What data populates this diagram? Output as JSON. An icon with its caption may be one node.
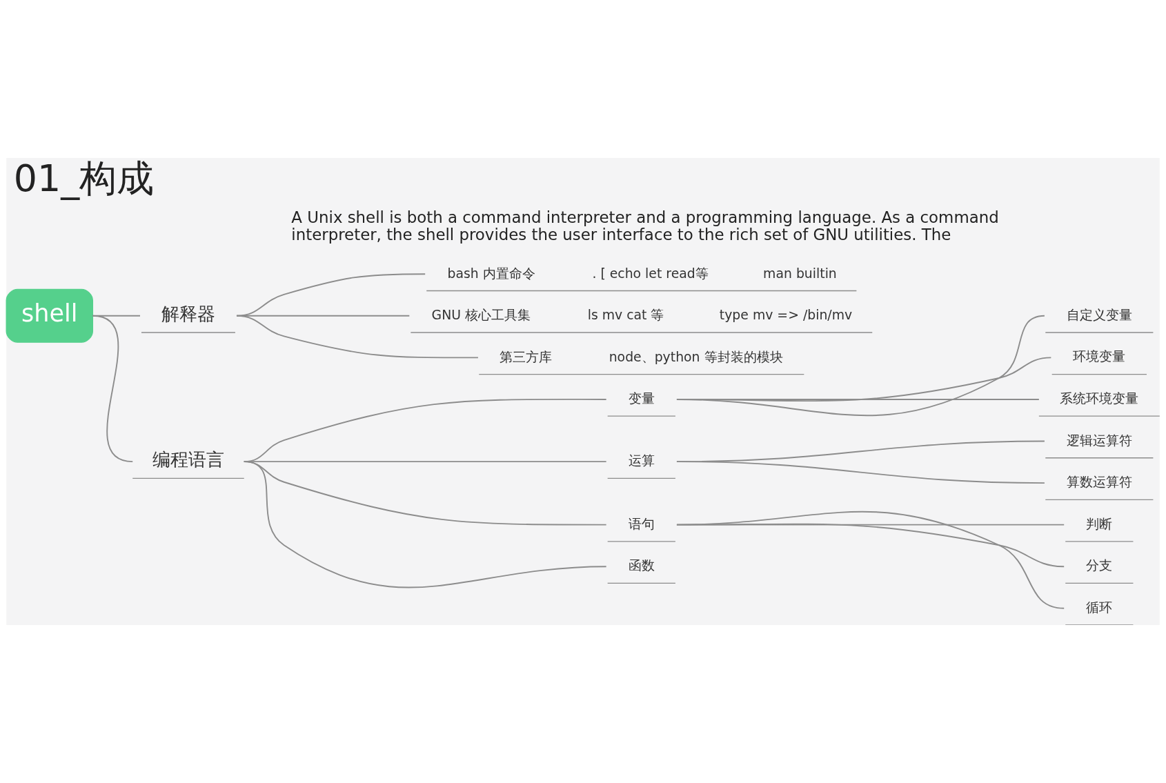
{
  "diagram": {
    "title": "01_构成",
    "nodes": [
      {
        "text": [
          "shell"
        ]
      },
      {
        "text": [
          "解释器"
        ]
      },
      {
        "text": [
          "bash 内置命令",
          ". [ echo let read等",
          "man builtin"
        ]
      },
      {
        "text": [
          "GNU 核心工具集",
          "ls mv cat 等",
          "type mv => /bin/mv"
        ]
      },
      {
        "text": [
          "第三方库",
          "node、python 等封装的模块"
        ]
      },
      {
        "text": [
          "编程语言"
        ]
      },
      {
        "text": [
          "变量"
        ]
      },
      {
        "text": [
          "自定义变量"
        ]
      },
      {
        "text": [
          "环境变量"
        ]
      },
      {
        "text": [
          "系统环境变量"
        ]
      },
      {
        "text": [
          "运算"
        ]
      },
      {
        "text": [
          "逻辑运算符"
        ]
      },
      {
        "text": [
          "算数运算符"
        ]
      },
      {
        "text": [
          "语句"
        ]
      },
      {
        "text": [
          "判断"
        ]
      },
      {
        "text": [
          "分支"
        ]
      },
      {
        "text": [
          "循环"
        ]
      },
      {
        "text": [
          "函数"
        ]
      }
    ],
    "edges": [
      {
        "from": 0,
        "to": 1,
        "arrow": "none"
      },
      {
        "from": 1,
        "to": 2,
        "arrow": "none"
      },
      {
        "from": 1,
        "to": 3,
        "arrow": "none"
      },
      {
        "from": 1,
        "to": 4,
        "arrow": "none"
      },
      {
        "from": 0,
        "to": 5,
        "arrow": "none"
      },
      {
        "from": 5,
        "to": 6,
        "arrow": "none"
      },
      {
        "from": 6,
        "to": 7,
        "arrow": "none"
      },
      {
        "from": 6,
        "to": 8,
        "arrow": "none"
      },
      {
        "from": 6,
        "to": 9,
        "arrow": "none"
      },
      {
        "from": 5,
        "to": 10,
        "arrow": "none"
      },
      {
        "from": 10,
        "to": 11,
        "arrow": "none"
      },
      {
        "from": 10,
        "to": 12,
        "arrow": "none"
      },
      {
        "from": 5,
        "to": 13,
        "arrow": "none"
      },
      {
        "from": 13,
        "to": 14,
        "arrow": "none"
      },
      {
        "from": 13,
        "to": 15,
        "arrow": "none"
      },
      {
        "from": 13,
        "to": 16,
        "arrow": "none"
      },
      {
        "from": 5,
        "to": 17,
        "arrow": "none"
      }
    ],
    "labels": [
      "A Unix shell is both a command interpreter and a programming language. As a command interpreter, the shell provides the user interface to the rich set of GNU utilities. The"
    ]
  }
}
